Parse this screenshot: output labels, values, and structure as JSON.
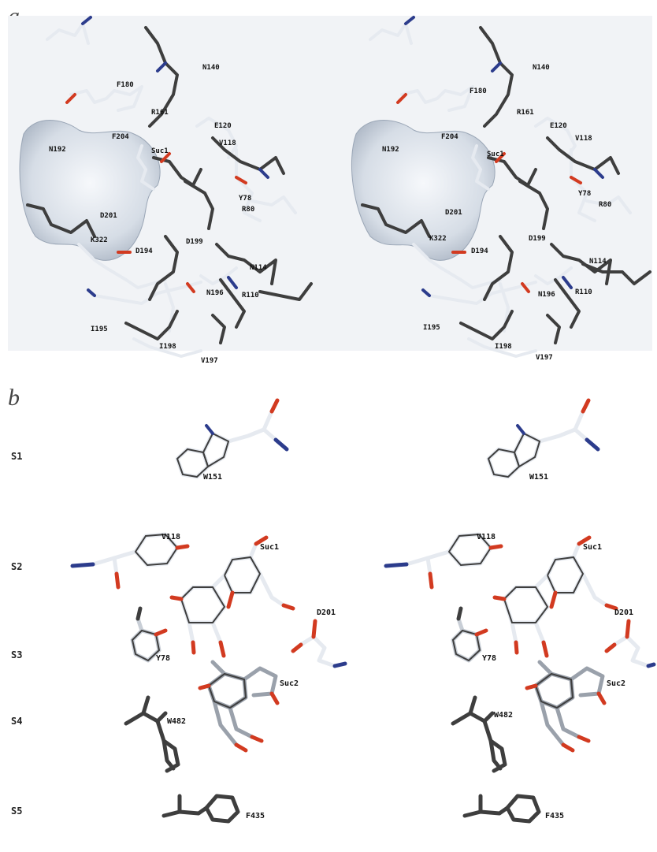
{
  "panel_a": {
    "letter": "a",
    "labels": [
      "F180",
      "R161",
      "N140",
      "N192",
      "F204",
      "Suc1",
      "E120",
      "V118",
      "Y78",
      "R80",
      "D201",
      "K322",
      "D199",
      "D194",
      "N114",
      "N196",
      "R110",
      "I195",
      "I198",
      "V197"
    ]
  },
  "panel_b": {
    "letter": "b",
    "rows": [
      "S1",
      "S2",
      "S3",
      "S4",
      "S5"
    ],
    "labels": [
      "W151",
      "V118",
      "Suc1",
      "D201",
      "Y78",
      "Suc2",
      "W482",
      "F435"
    ]
  },
  "colors": {
    "stick_light": "#e6eaf0",
    "stick_dark": "#3e3e3e",
    "oxygen": "#d23a20",
    "nitrogen": "#2c3c8c",
    "surface": "#c3ccd8",
    "background_a": "#f1f3f6"
  }
}
